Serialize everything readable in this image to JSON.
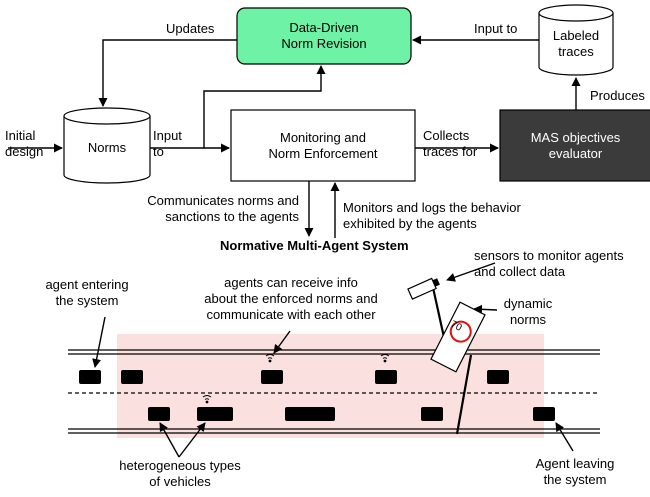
{
  "nodes": {
    "norm_revision": [
      "Data-Driven",
      "Norm Revision"
    ],
    "monitoring": [
      "Monitoring and",
      "Norm Enforcement"
    ],
    "evaluator": [
      "MAS objectives",
      "evaluator"
    ],
    "norms": "Norms",
    "labeled_traces": [
      "Labeled",
      "traces"
    ]
  },
  "edges": {
    "initial_design": [
      "Initial",
      "design"
    ],
    "input_to_left": [
      "Input",
      "to"
    ],
    "updates": "Updates",
    "input_to_right": "Input to",
    "produces": "Produces",
    "collects": [
      "Collects",
      "traces for"
    ],
    "communicates": [
      "Communicates norms and",
      "sanctions to the agents"
    ],
    "monitors": [
      "Monitors and logs the behavior",
      "exhibited by the agents"
    ]
  },
  "section_title": "Normative Multi-Agent System",
  "annotations": {
    "agent_entering": [
      "agent entering",
      "the system"
    ],
    "agents_info": [
      "agents can receive info",
      "about the enforced norms and",
      "communicate with each other"
    ],
    "sensors": [
      "sensors to monitor agents",
      "and collect data"
    ],
    "dynamic_norms": [
      "dynamic",
      "norms"
    ],
    "speed_sign": "70",
    "heterogeneous": [
      "heterogeneous types",
      "of vehicles"
    ],
    "agent_leaving": [
      "Agent leaving",
      "the system"
    ]
  },
  "colors": {
    "revision_fill": "#6ef2a6",
    "evaluator_fill": "#3b3b3b",
    "road_bg": "#fbe0e0",
    "vehicle": "#000000",
    "sign_ring": "#e01010"
  }
}
